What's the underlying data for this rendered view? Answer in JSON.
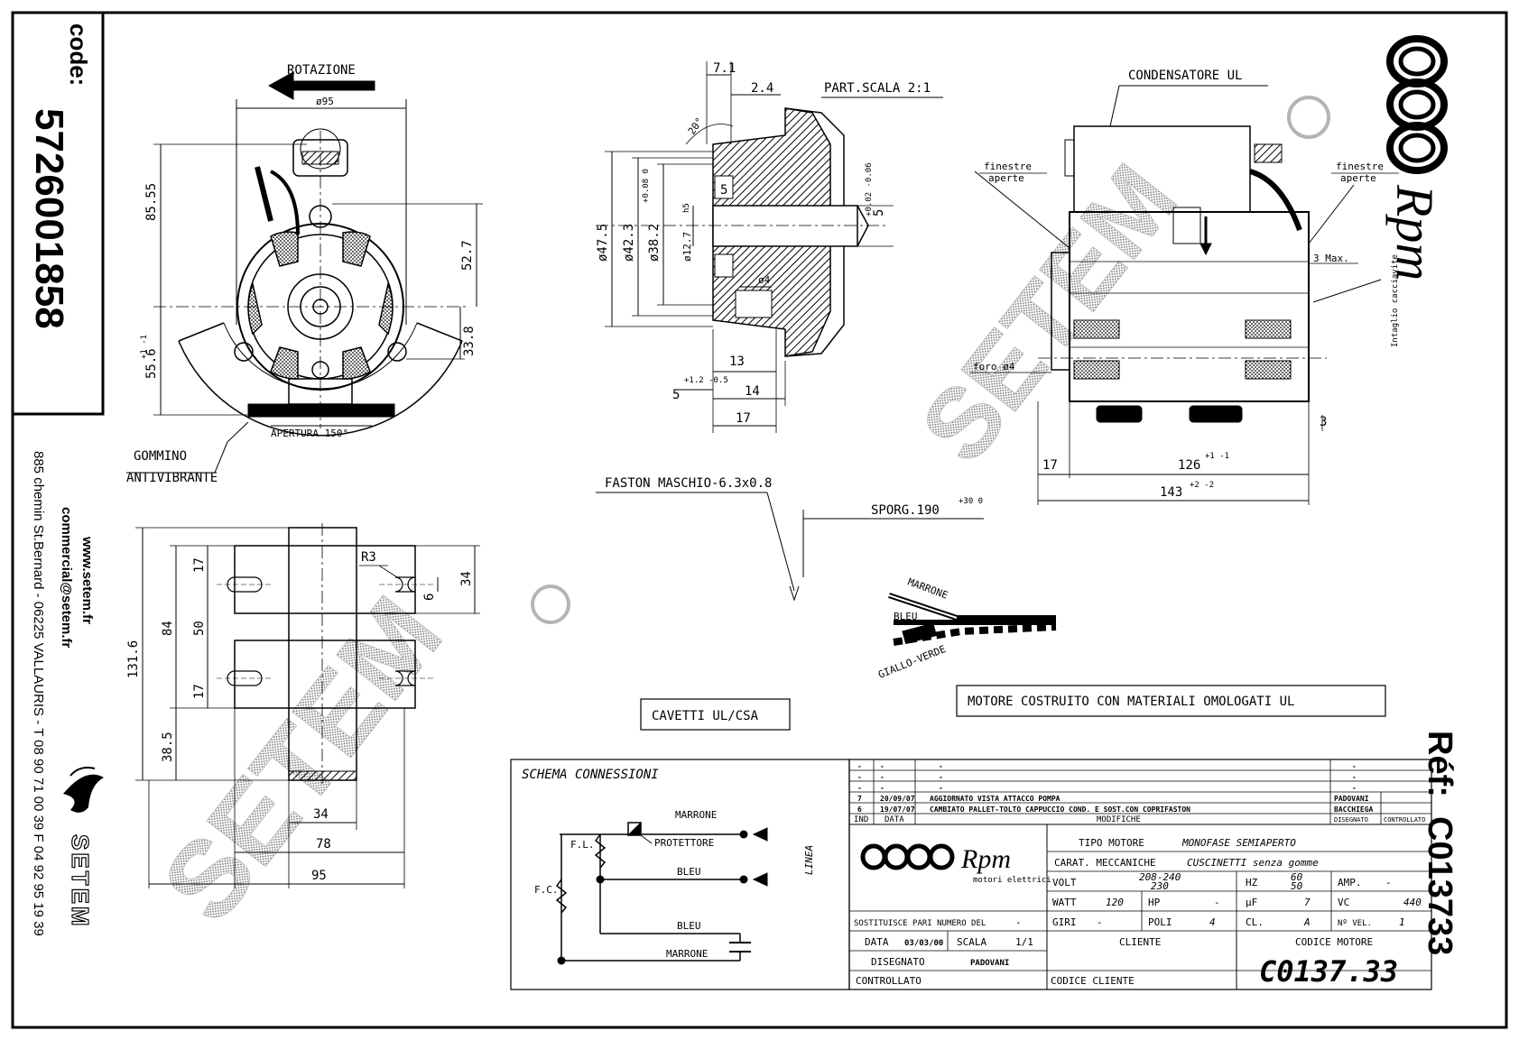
{
  "left_band": {
    "code_label": "code:",
    "code_value": "5726001858",
    "website": "www.setem.fr",
    "email": "commercial@setem.fr",
    "address": "885 chemin St.Bernard - 06225 VALLAURIS - T 08 90 71 00 39 F 04 92 95 19 39",
    "company": "SETEM"
  },
  "right_band": {
    "ref_label": "Réf:",
    "ref_value": "C013733",
    "brand": "Rpm"
  },
  "watermark": "SETEM",
  "front_view": {
    "rotation": "ROTAZIONE",
    "dia95": "ø95",
    "dim_8555": "85.55",
    "dim_527": "52.7",
    "dim_338": "33.8",
    "dim_556": "55.6",
    "tol_556": "+1 -1",
    "opening": "APERTURA 150°",
    "mount_1": "GOMMINO",
    "mount_2": "ANTIVIBRANTE"
  },
  "detail_view": {
    "dim_71": "7.1",
    "dim_24": "2.4",
    "scale": "PART.SCALA 2:1",
    "angle": "20°",
    "dim_5": "5",
    "tol_5": "+0.02 -0.06",
    "dia_475": "ø47.5",
    "dia_423": "ø42.3",
    "dia_382": "ø38.2",
    "tol_382": "+0.08 0",
    "dia_127": "ø12.7",
    "tol_127": "h5",
    "dia_4": "ø4",
    "dim_13": "13",
    "dim_5b": "5",
    "tol_5b": "+1.2 -0.5",
    "dim_14": "14",
    "dim_17": "17"
  },
  "side_view": {
    "capacitor": "CONDENSATORE UL",
    "windows_l": [
      "finestre",
      "aperte"
    ],
    "windows_r": [
      "finestre",
      "aperte"
    ],
    "max": "3 Max.",
    "cut": "Intaglio cacciavite",
    "hole": "foro ø4",
    "dim_3": "3",
    "dim_17": "17",
    "dim_126": "126",
    "tol_126": "+1 -1",
    "dim_143": "143",
    "tol_143": "+2 -2"
  },
  "labels": {
    "faston": "FASTON MASCHIO-6.3x0.8",
    "sporg": "SPORG.190",
    "tol_sporg": "+30 0",
    "wire_1": "MARRONE",
    "wire_2": "BLEU",
    "wire_3": "GIALLO-VERDE",
    "cables": "CAVETTI UL/CSA",
    "ul_note": "MOTORE COSTRUITO CON MATERIALI OMOLOGATI UL"
  },
  "foot_view": {
    "dim_1316": "131.6",
    "dim_84": "84",
    "dim_50": "50",
    "dim_17a": "17",
    "dim_17b": "17",
    "dim_385": "38.5",
    "r3": "R3",
    "dim_6": "6",
    "dim_34": "34",
    "dim_34b": "34",
    "dim_78": "78",
    "dim_95": "95"
  },
  "schema": {
    "title": "SCHEMA CONNESSIONI",
    "wire_top": "MARRONE",
    "protector": "PROTETTORE",
    "wire_mid": "BLEU",
    "wire_low": "BLEU",
    "wire_bottom": "MARRONE",
    "fl": "F.L.",
    "fc": "F.C.",
    "line": "LINEA"
  },
  "title_block": {
    "rev_rows": [
      {
        "n": "-",
        "date": "-",
        "desc": "-",
        "by": "-"
      },
      {
        "n": "-",
        "date": "-",
        "desc": "-",
        "by": "-"
      },
      {
        "n": "-",
        "date": "-",
        "desc": "-",
        "by": "-"
      },
      {
        "n": "7",
        "date": "20/09/07",
        "desc": "AGGIORNATO VISTA ATTACCO POMPA",
        "by": "PADOVANI"
      },
      {
        "n": "6",
        "date": "19/07/07",
        "desc": "CAMBIATO PALLET-TOLTO CAPPUCCIO COND. E SOST.CON COPRIFASTON",
        "by": "BACCHIEGA"
      }
    ],
    "h_ind": "IND",
    "h_data": "DATA",
    "h_mod": "MODIFICHE",
    "h_dis": "DISEGNATO",
    "h_con": "CONTROLLATO",
    "brand": "Rpm",
    "brand_sub": "motori elettrici",
    "tipo_label": "TIPO MOTORE",
    "tipo_value": "MONOFASE SEMIAPERTO",
    "carat_label": "CARAT. MECCANICHE",
    "carat_value": "CUSCINETTI  senza gomme",
    "volt_label": "VOLT",
    "volt_1": "208-240",
    "volt_2": "230",
    "hz_label": "HZ",
    "hz_1": "60",
    "hz_2": "50",
    "amp_label": "AMP.",
    "amp_value": "-",
    "watt_label": "WATT",
    "watt_value": "120",
    "hp_label": "HP",
    "hp_value": "-",
    "uf_label": "μF",
    "uf_value": "7",
    "vc_label": "VC",
    "vc_value": "440",
    "giri_label": "GIRI",
    "giri_value": "-",
    "poli_label": "POLI",
    "poli_value": "4",
    "cl_label": "CL.",
    "cl_value": "A",
    "nvel_label": "Nº VEL.",
    "nvel_value": "1",
    "sost_label": "SOSTITUISCE PARI NUMERO DEL",
    "sost_value": "-",
    "data_label": "DATA",
    "data_value": "03/03/00",
    "scala_label": "SCALA",
    "scala_value": "1/1",
    "disegnato_label": "DISEGNATO",
    "disegnato_value": "PADOVANI",
    "controllato_label": "CONTROLLATO",
    "cliente_label": "CLIENTE",
    "codice_cliente_label": "CODICE CLIENTE",
    "codice_motore_label": "CODICE MOTORE",
    "codice_motore_value": "C0137.33"
  }
}
